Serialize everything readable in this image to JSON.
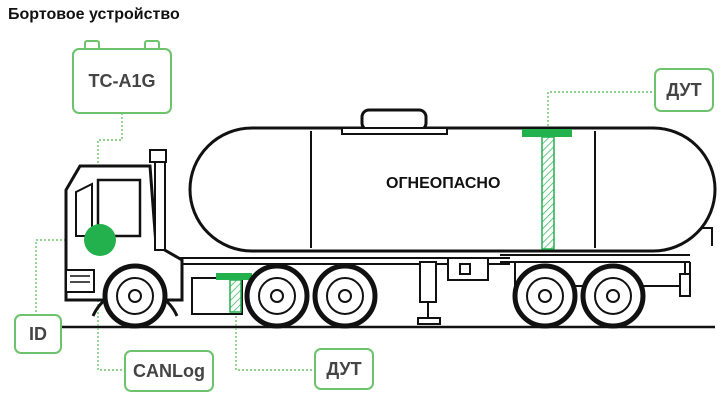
{
  "header": {
    "title": "Бортовое устройство"
  },
  "tank": {
    "label": "ОГНЕОПАСНО"
  },
  "devices": {
    "terminal": "ТС-А1G",
    "fuel_sensor_top": "ДУТ",
    "fuel_sensor_bottom": "ДУТ",
    "id_reader": "ID",
    "can_reader": "CANLog"
  },
  "colors": {
    "accent_green": "#22b14c",
    "box_border": "#6cc36c",
    "outline": "#111111"
  }
}
